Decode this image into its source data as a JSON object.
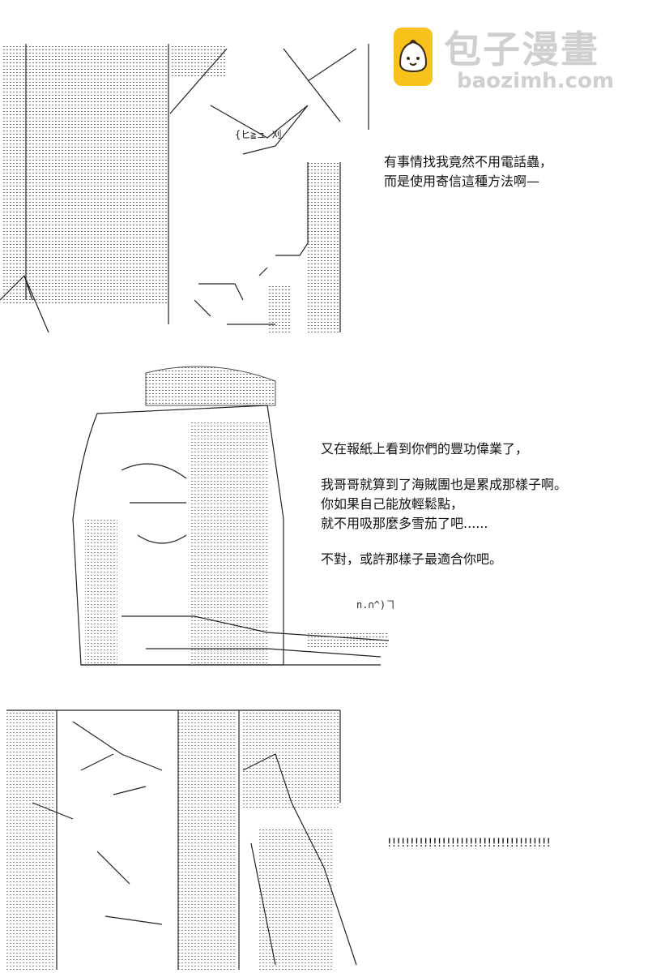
{
  "watermark": {
    "title": "包子漫畫",
    "url": "baozimh.com"
  },
  "panels": [
    {
      "lines": [
        "有事情找我竟然不用電話蟲，",
        "而是使用寄信這種方法啊—"
      ]
    },
    {
      "lines": [
        "又在報紙上看到你們的豐功偉業了，",
        "我哥哥就算到了海賊團也是累成那樣子啊。",
        "你如果自己能放輕鬆點，",
        "就不用吸那麼多雪茄了吧......",
        "不對，或許那樣子最適合你吧。"
      ]
    },
    {
      "lines": [
        "!!!!!!!!!!!!!!!!!!!!!!!!!!!!!!!!!!!!"
      ]
    }
  ]
}
